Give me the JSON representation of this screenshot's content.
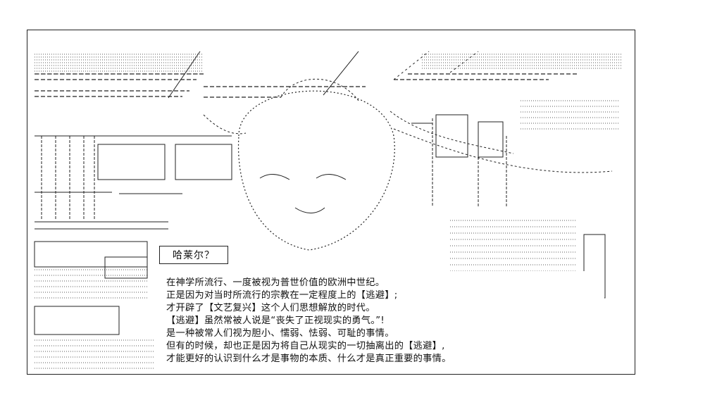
{
  "speaker": {
    "name": "哈莱尔？"
  },
  "dialogue": {
    "lines": [
      "在神学所流行、一度被视为普世价值的欧洲中世纪。",
      "正是因为对当时所流行的宗教在一定程度上的【逃避】;",
      "才开辟了【文艺复兴】这个人们思想解放的时代。",
      "【逃避】虽然常被人说是“丧失了正视现实的勇气。”!",
      "是一种被常人们视为胆小、懦弱、怯弱、可耻的事情。",
      "但有的时候，却也正是因为将自己从现实的一切抽离出的【逃避】,",
      "才能更好的认识到什么才是事物的本质、什么才是真正重要的事情。"
    ]
  },
  "colors": {
    "ink": "#222222",
    "background": "#ffffff"
  }
}
